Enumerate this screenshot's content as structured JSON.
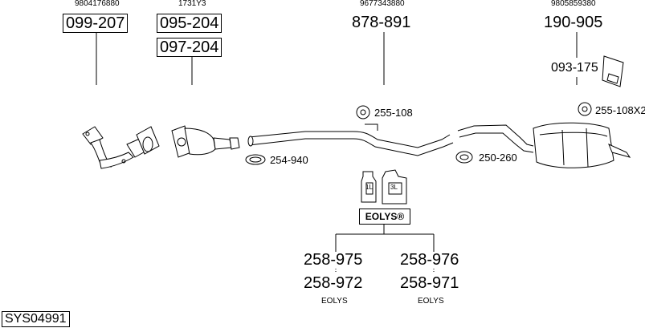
{
  "reference_numbers": {
    "catalyst_1": "9804176880",
    "catalyst_2": "1731Y3",
    "middle_pipe": "9677343880",
    "rear_silencer": "9805859380"
  },
  "part_numbers": {
    "manifold_catalyst": "099-207",
    "catalyst_a": "095-204",
    "catalyst_b": "097-204",
    "middle_pipe": "878-891",
    "rear_silencer": "190-905",
    "mounting_kit": "093-175",
    "rubber_mount_1": "255-108",
    "clamp_1": "254-940",
    "rubber_mount_2": "255-108X2",
    "clamp_2": "250-260"
  },
  "additive": {
    "badge": "EOLYS®",
    "bottle_small": "1L",
    "bottle_large": "3L",
    "left_top": "258-975",
    "left_bottom": "258-972",
    "left_caption": "EOLYS",
    "right_top": "258-976",
    "right_bottom": "258-971",
    "right_caption": "EOLYS"
  },
  "system_id": "SYS04991"
}
